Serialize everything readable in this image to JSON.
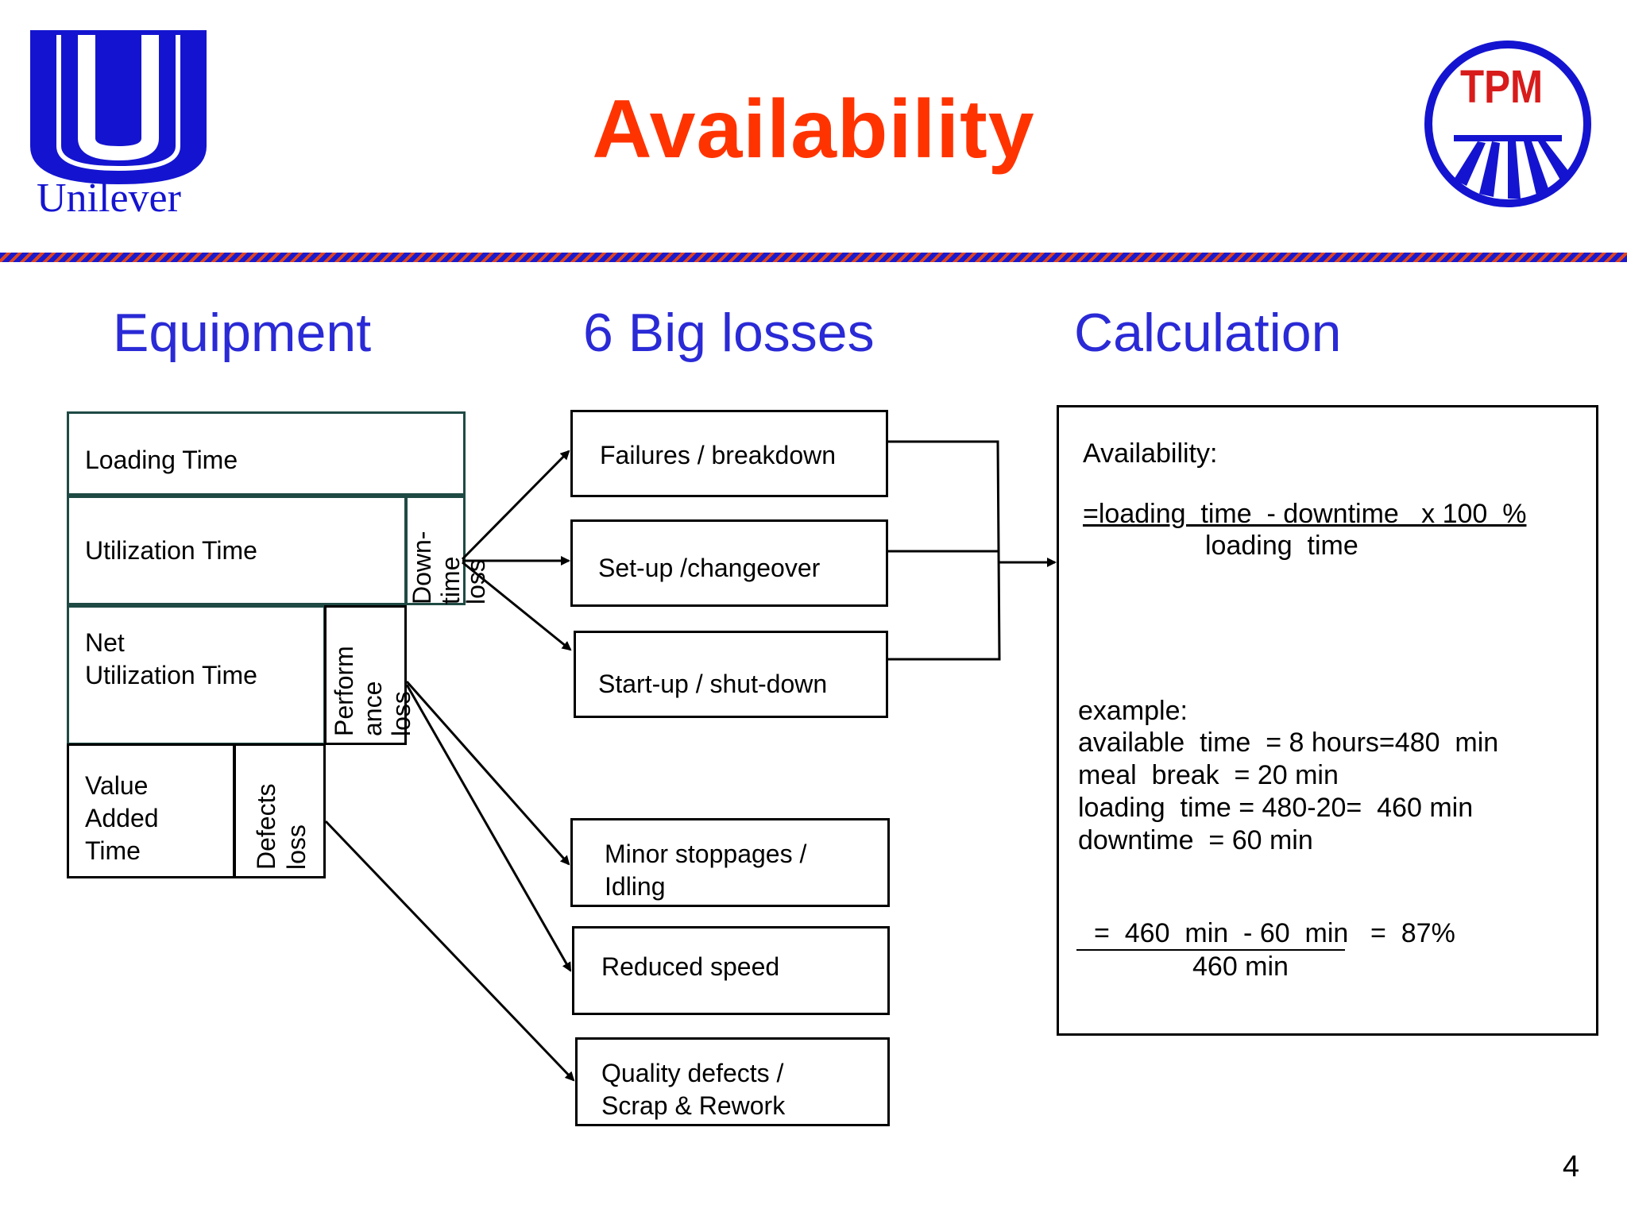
{
  "header": {
    "title": "Availability",
    "logo_left_text": "Unilever",
    "logo_right_text": "TPM"
  },
  "columns": {
    "equipment": "Equipment",
    "losses": "6 Big losses",
    "calculation": "Calculation"
  },
  "equipment": {
    "loading_time": "Loading Time",
    "utilization_time": "Utilization Time",
    "net_utilization_line1": "Net",
    "net_utilization_line2": "Utilization Time",
    "value_added_line1": "Value",
    "value_added_line2": "Added",
    "value_added_line3": "Time",
    "downtime_loss_line1": "Down-",
    "downtime_loss_line2": "time",
    "downtime_loss_line3": "loss",
    "performance_loss_line1": "Perform",
    "performance_loss_line2": "ance",
    "performance_loss_line3": "loss",
    "defects_loss_line1": "Defects",
    "defects_loss_line2": "loss"
  },
  "losses": {
    "failures": "Failures / breakdown",
    "setup": "Set-up /changeover",
    "startup": "Start-up / shut-down",
    "minor_line1": "Minor stoppages /",
    "minor_line2": "Idling",
    "reduced_speed": "Reduced speed",
    "quality_line1": "Quality defects /",
    "quality_line2": "Scrap & Rework"
  },
  "calculation": {
    "heading": "Availability:",
    "formula_numerator": "=loading  time  - downtime   x 100  %",
    "formula_denominator": "loading  time",
    "example_label": "example:",
    "line_available": "available  time  = 8 hours=480  min",
    "line_meal": "meal  break  = 20 min",
    "line_loading": "loading  time = 480-20=  460 min",
    "line_downtime": "downtime  = 60 min",
    "result_numerator": "=  460  min  - 60  min",
    "result_value": "=  87%",
    "result_denominator": "460 min"
  },
  "page_number": "4",
  "colors": {
    "title": "#ff3300",
    "heading_blue": "#2a2ad6",
    "logo_blue": "#1414d0",
    "equipment_border": "#1f4a44"
  }
}
